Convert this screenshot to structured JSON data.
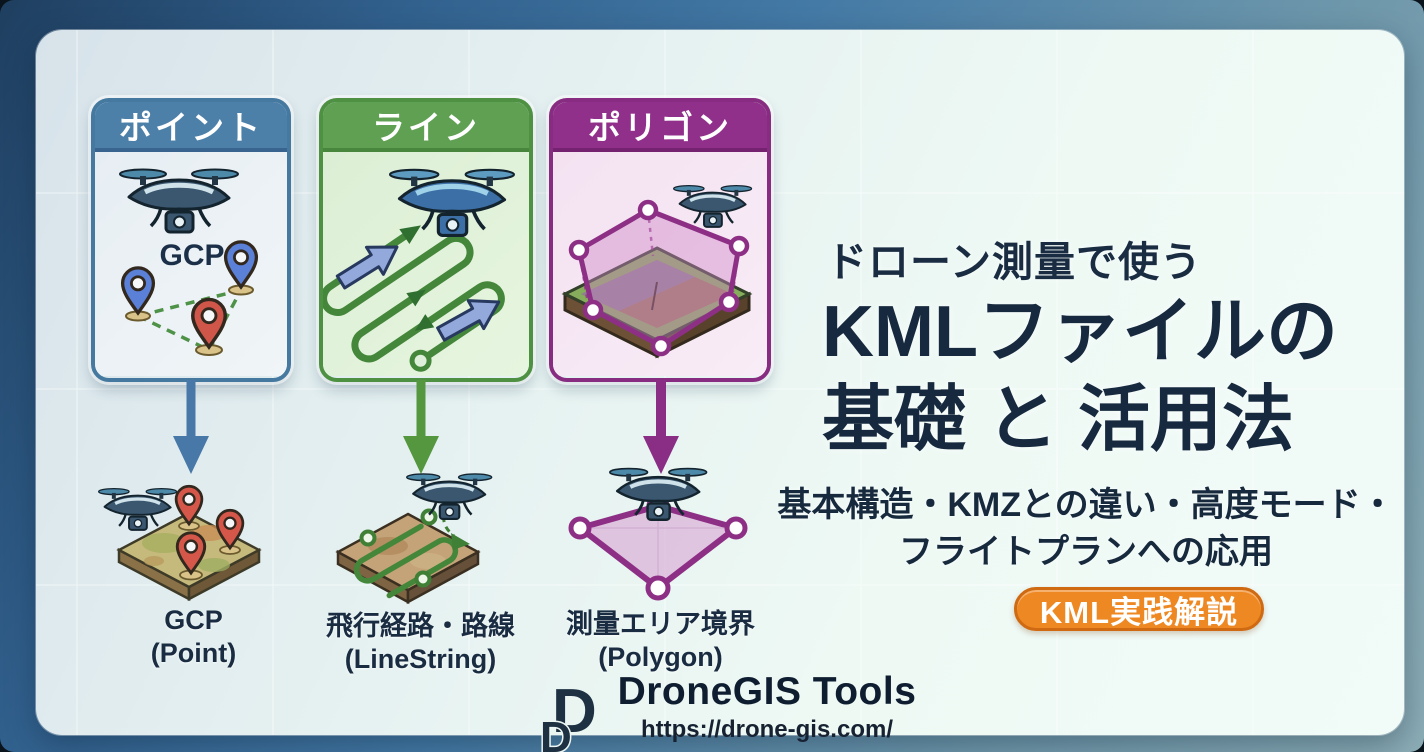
{
  "poster": {
    "frame_color_start": "#1f3f60",
    "frame_color_end": "#8cadb6",
    "panel_color": "#eef9f4"
  },
  "cards": [
    {
      "header": "ポイント",
      "accent": "#4d80a9",
      "body_bg": "#e9f0f4",
      "inner_label": "GCP"
    },
    {
      "header": "ライン",
      "accent": "#5fa052",
      "body_bg": "#dcefd5"
    },
    {
      "header": "ポリゴン",
      "accent": "#91308a",
      "body_bg": "#f4e2f1"
    }
  ],
  "flow_arrows": [
    {
      "color": "#4878a8"
    },
    {
      "color": "#55973f"
    },
    {
      "color": "#8a2d84"
    }
  ],
  "outputs": [
    {
      "line1": "GCP",
      "line2": "(Point)"
    },
    {
      "line1": "飛行経路・路線",
      "line2": "(LineString)"
    },
    {
      "line1": "測量エリア境界",
      "line2": "(Polygon)"
    }
  ],
  "title": {
    "kicker": "ドローン測量で使う",
    "line1": "KMLファイルの",
    "line2": "基礎 と 活用法",
    "sub1": "基本構造・KMZとの違い・高度モード・",
    "sub2": "フライトプランへの応用",
    "text_color": "#16293e"
  },
  "badge": {
    "label": "KML実践解説",
    "bg": "#ee8822",
    "border": "#cf6a12",
    "text_color": "#ffffff"
  },
  "footer": {
    "brand": "DroneGIS Tools",
    "url": "https://drone-gis.com/"
  }
}
